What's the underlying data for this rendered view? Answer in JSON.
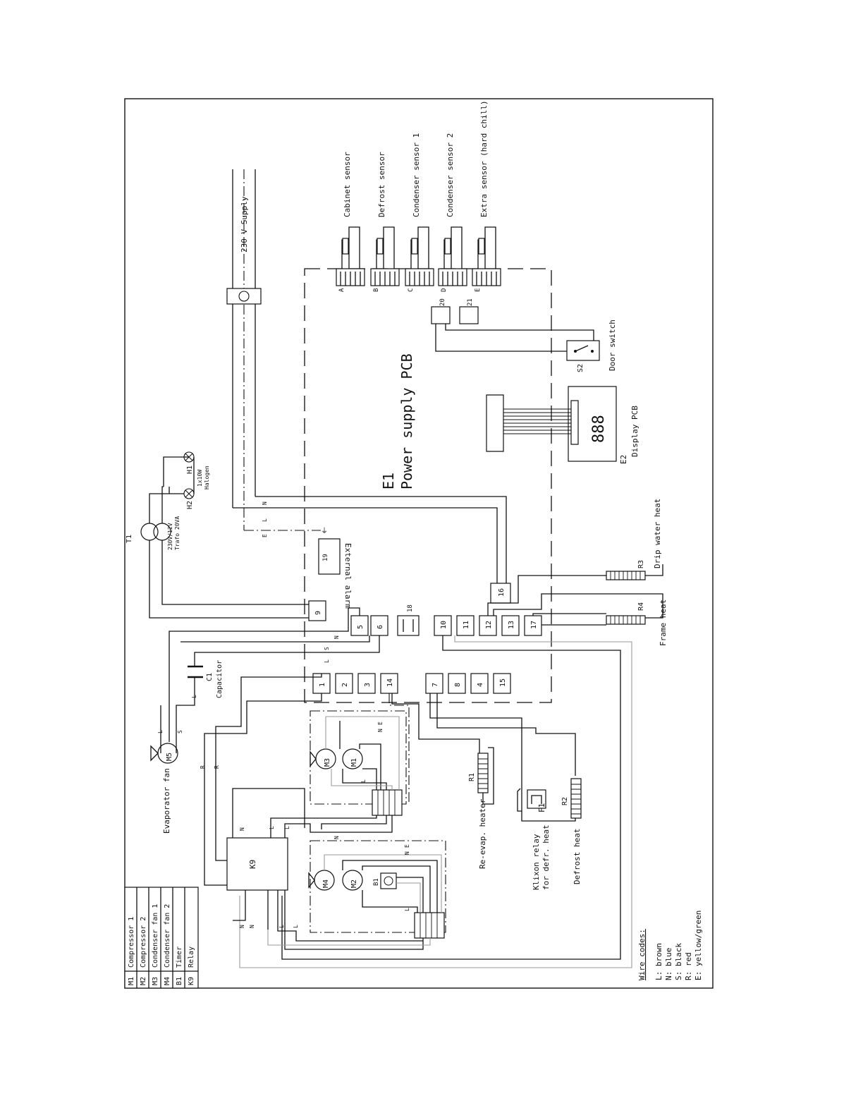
{
  "pcb": {
    "id": "E1",
    "title": "Power supply PCB"
  },
  "supply": "230 V Supply",
  "sensors": [
    {
      "letter": "A",
      "label": "Cabinet sensor"
    },
    {
      "letter": "B",
      "label": "Defrost sensor"
    },
    {
      "letter": "C",
      "label": "Condenser sensor 1"
    },
    {
      "letter": "D",
      "label": "Condenser sensor 2"
    },
    {
      "letter": "E",
      "label": "Extra sensor (hard chill)"
    }
  ],
  "door": {
    "id": "S2",
    "label": "Door switch"
  },
  "display": {
    "id": "E2",
    "label": "Display PCB",
    "digits": "888"
  },
  "transformer": {
    "id": "T1",
    "rating_line1": "230V/12V",
    "rating_line2": "Trafo 20VA"
  },
  "lamps": {
    "h1": "H1",
    "h2": "H2",
    "spec_line1": "1x10W",
    "spec_line2": "Halogen"
  },
  "alarm": {
    "terminal": "19",
    "label": "External alarm"
  },
  "terminals": {
    "t1": "1",
    "t2": "2",
    "t3": "3",
    "t4": "4",
    "t5": "5",
    "t6": "6",
    "t7": "7",
    "t8": "8",
    "t9": "9",
    "t10": "10",
    "t11": "11",
    "t12": "12",
    "t13": "13",
    "t14": "14",
    "t15": "15",
    "t16": "16",
    "t17": "17",
    "t18": "18",
    "t20": "20",
    "t21": "21"
  },
  "heaters": {
    "r1": "R1",
    "r1_label": "Re-evap. heater",
    "r2": "R2",
    "r2_label": "Defrost heat",
    "r3": "R3",
    "r3_label": "Drip water heat",
    "r4": "R4",
    "r4_label": "Frame heat"
  },
  "klixon": {
    "id": "F1",
    "label_line1": "Klixon relay",
    "label_line2": "for defr. heat"
  },
  "capacitor": {
    "id": "C1",
    "label": "Capacitor"
  },
  "evap_fan": {
    "id": "M5",
    "label": "Evaporator fan"
  },
  "motors": {
    "m1": "M1",
    "m2": "M2",
    "m3": "M3",
    "m4": "M4",
    "b1": "B1",
    "relay": "K9"
  },
  "wires": {
    "L": "L",
    "N": "N",
    "S": "S",
    "R": "R",
    "E": "E"
  },
  "legend": [
    {
      "code": "M1",
      "name": "Compressor 1"
    },
    {
      "code": "M2",
      "name": "Compressor 2"
    },
    {
      "code": "M3",
      "name": "Condenser fan 1"
    },
    {
      "code": "M4",
      "name": "Condenser fan 2"
    },
    {
      "code": "B1",
      "name": "Timer"
    },
    {
      "code": "K9",
      "name": "Relay"
    }
  ],
  "wire_codes": {
    "title": "Wire codes:",
    "items": [
      "L: brown",
      "N: blue",
      "S: black",
      "R: red",
      "E: yellow/green"
    ]
  }
}
